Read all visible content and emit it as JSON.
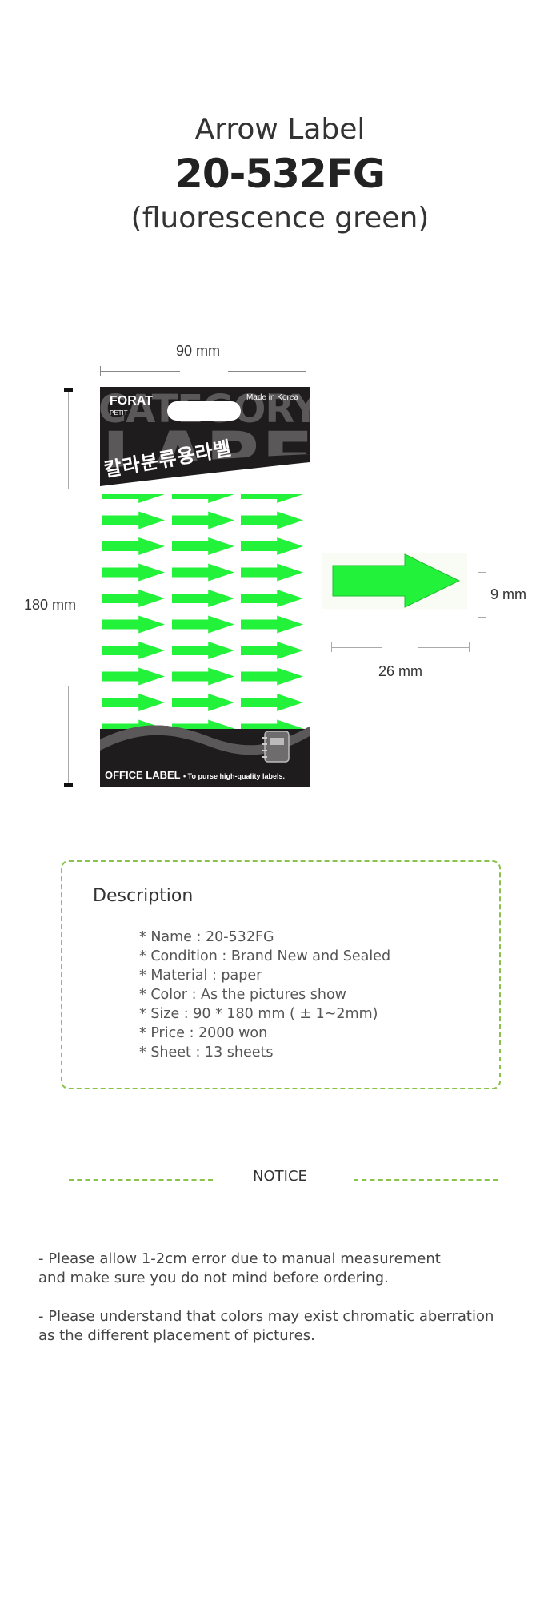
{
  "header": {
    "product_type": "Arrow Label",
    "model_code": "20-532FG",
    "variant": "(fluorescence green)"
  },
  "dimensions": {
    "package_width": "90 mm",
    "package_height": "180 mm",
    "label_width": "26 mm",
    "label_height": "9 mm"
  },
  "package": {
    "brand": "FORAT",
    "brand_sub": "PETIT",
    "made_in": "Made in Korea",
    "big_text_1": "CATEGORY",
    "big_text_2": "LABEL",
    "korean_text": "칼라분류용라벨",
    "bottom_label": "OFFICE LABEL",
    "bottom_tagline": "• To purse high-quality labels.",
    "label_color": "#22f23a",
    "rows": 10,
    "cols": 3
  },
  "description": {
    "title": "Description",
    "items": [
      "* Name : 20-532FG",
      "* Condition : Brand New and Sealed",
      "* Material : paper",
      "* Color : As the pictures show",
      "* Size : 90 * 180 mm ( ± 1~2mm)",
      "* Price : 2000 won",
      "* Sheet : 13 sheets"
    ]
  },
  "notice": {
    "title": "NOTICE",
    "line1a": "- Please allow 1-2cm error due to manual measurement",
    "line1b": "and make sure you do not mind before ordering.",
    "line2a": "- Please understand that colors may exist chromatic aberration",
    "line2b": "as the different placement of pictures."
  },
  "colors": {
    "accent_green": "#8bc34a",
    "label_green": "#22f23a",
    "package_dark": "#1e1c1d"
  }
}
